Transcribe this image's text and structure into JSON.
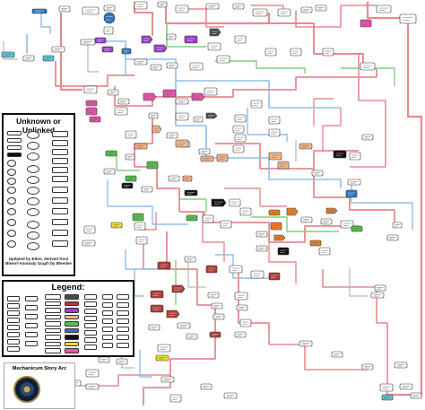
{
  "unknown_panel": {
    "title": "Unknown or Unlinked",
    "credit_lines": [
      "Updated by Eden, derived from",
      "Bleeof-Anomaly Graph by Bleedee"
    ]
  },
  "legend_panel": {
    "title": "Legend:"
  },
  "arc_panel": {
    "title": "Mechanicum Story Arc"
  },
  "colors": {
    "link_pink": "#e88a90",
    "link_blue": "#93bde8",
    "link_green": "#7fd07a",
    "link_grey": "#b8b8b8",
    "node_white": "#ffffff",
    "node_blue": "#2d74c7",
    "node_purple": "#9a3fd1",
    "node_pink": "#ee4fa9",
    "node_peach": "#f6b58a",
    "node_green": "#4fc24a",
    "node_black": "#111111",
    "node_dark": "#4a4a4a",
    "node_yellow": "#f2df2a",
    "node_orange": "#ef7d1e",
    "node_red": "#b23b36",
    "node_grey": "#9a9a9a",
    "node_cyan": "#58c8d8"
  }
}
